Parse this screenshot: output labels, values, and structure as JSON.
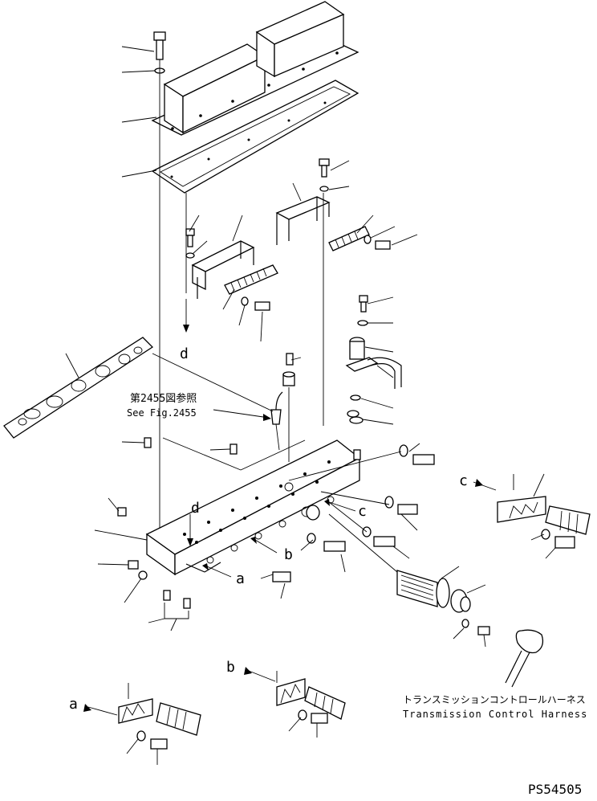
{
  "labels": {
    "ref_jp": "第2455図参照",
    "ref_en": "See Fig.2455",
    "harness_jp": "トランスミッションコントロールハーネス",
    "harness_en": "Transmission Control Harness",
    "figure_id": "PS54505"
  },
  "callouts": {
    "a1": "a",
    "a2": "a",
    "b1": "b",
    "b2": "b",
    "c1": "c",
    "c2": "c",
    "d1": "d",
    "d2": "d"
  },
  "colors": {
    "ink": "#000000",
    "paper": "#ffffff"
  }
}
